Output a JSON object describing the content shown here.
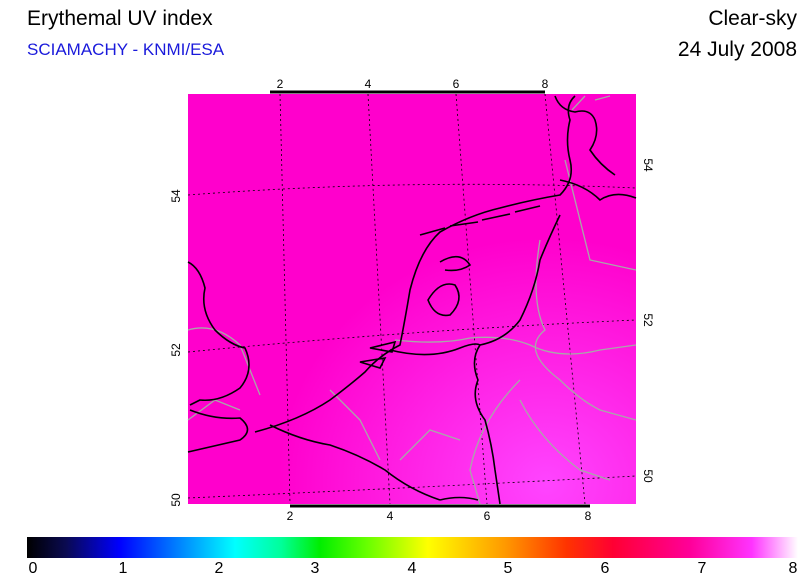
{
  "header": {
    "title": "Erythemal UV index",
    "subtitle": "SCIAMACHY - KNMI/ESA",
    "condition": "Clear-sky",
    "date": "24 July 2008"
  },
  "map": {
    "background_color": "#ff00cc",
    "coast_color": "#000000",
    "border_color": "#a8a8a8",
    "top_lon_labels": [
      "2",
      "4",
      "6",
      "8"
    ],
    "bottom_lon_labels": [
      "2",
      "4",
      "6",
      "8"
    ],
    "left_lat_labels": [
      "54",
      "52",
      "50"
    ],
    "right_lat_labels": [
      "54",
      "52",
      "50"
    ]
  },
  "colorbar": {
    "labels": [
      "0",
      "1",
      "2",
      "3",
      "4",
      "5",
      "6",
      "7",
      "8"
    ]
  }
}
